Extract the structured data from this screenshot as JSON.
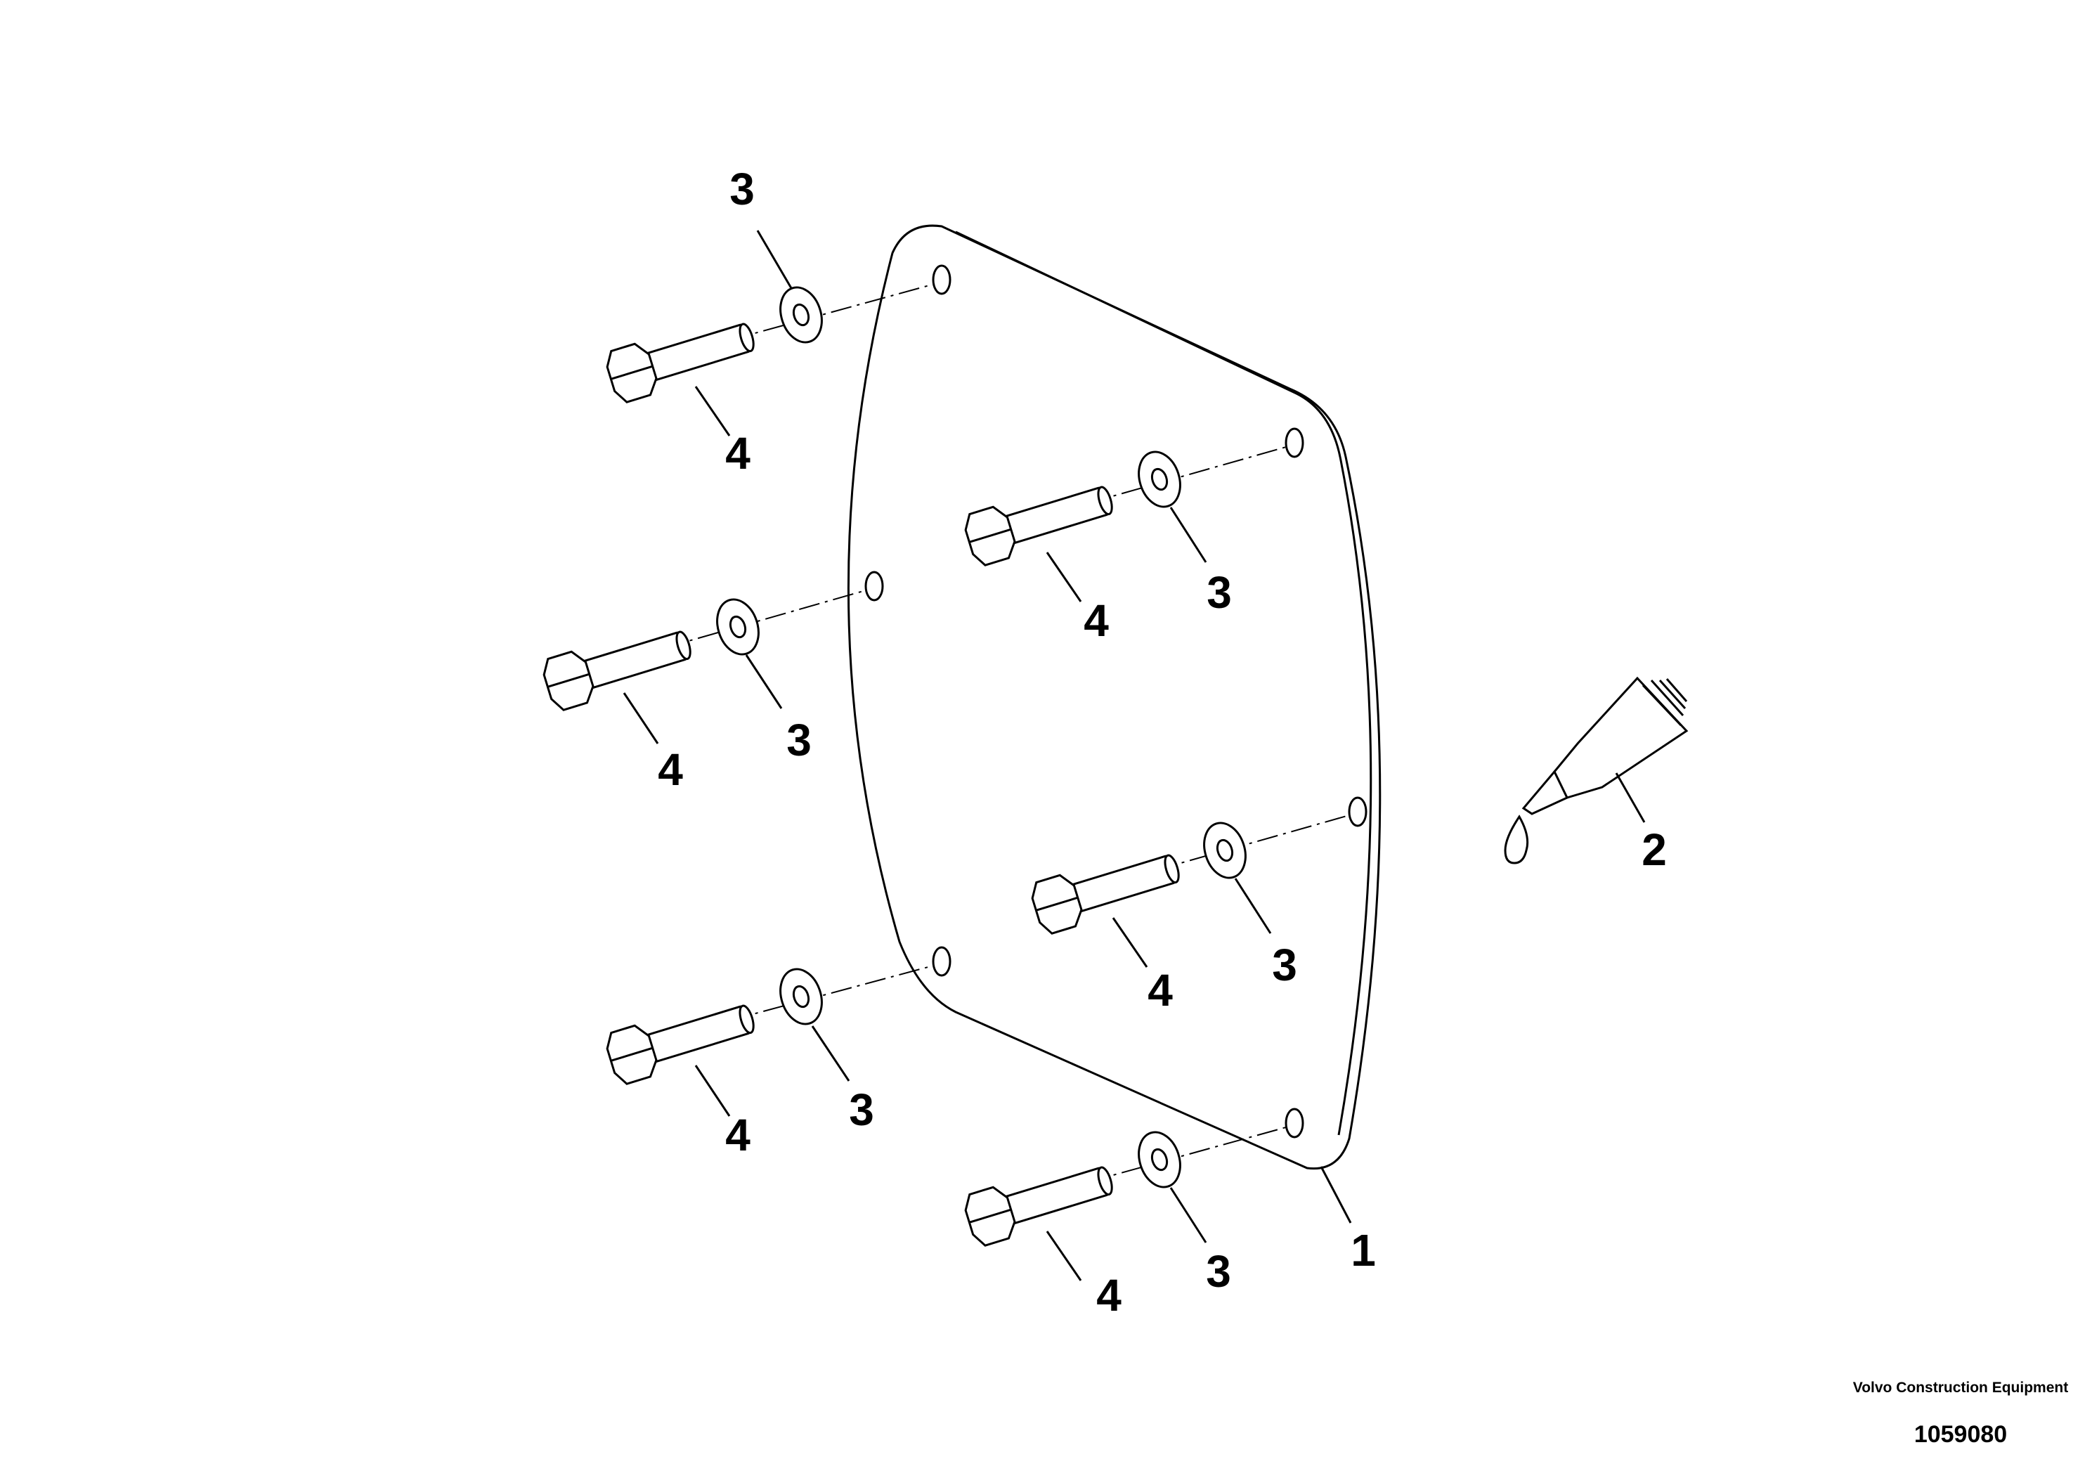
{
  "callouts": {
    "plate": "1",
    "sealant": "2",
    "washer": "3",
    "bolt": "4"
  },
  "footer": {
    "brand": "Volvo Construction Equipment",
    "illustration_id": "1059080"
  }
}
